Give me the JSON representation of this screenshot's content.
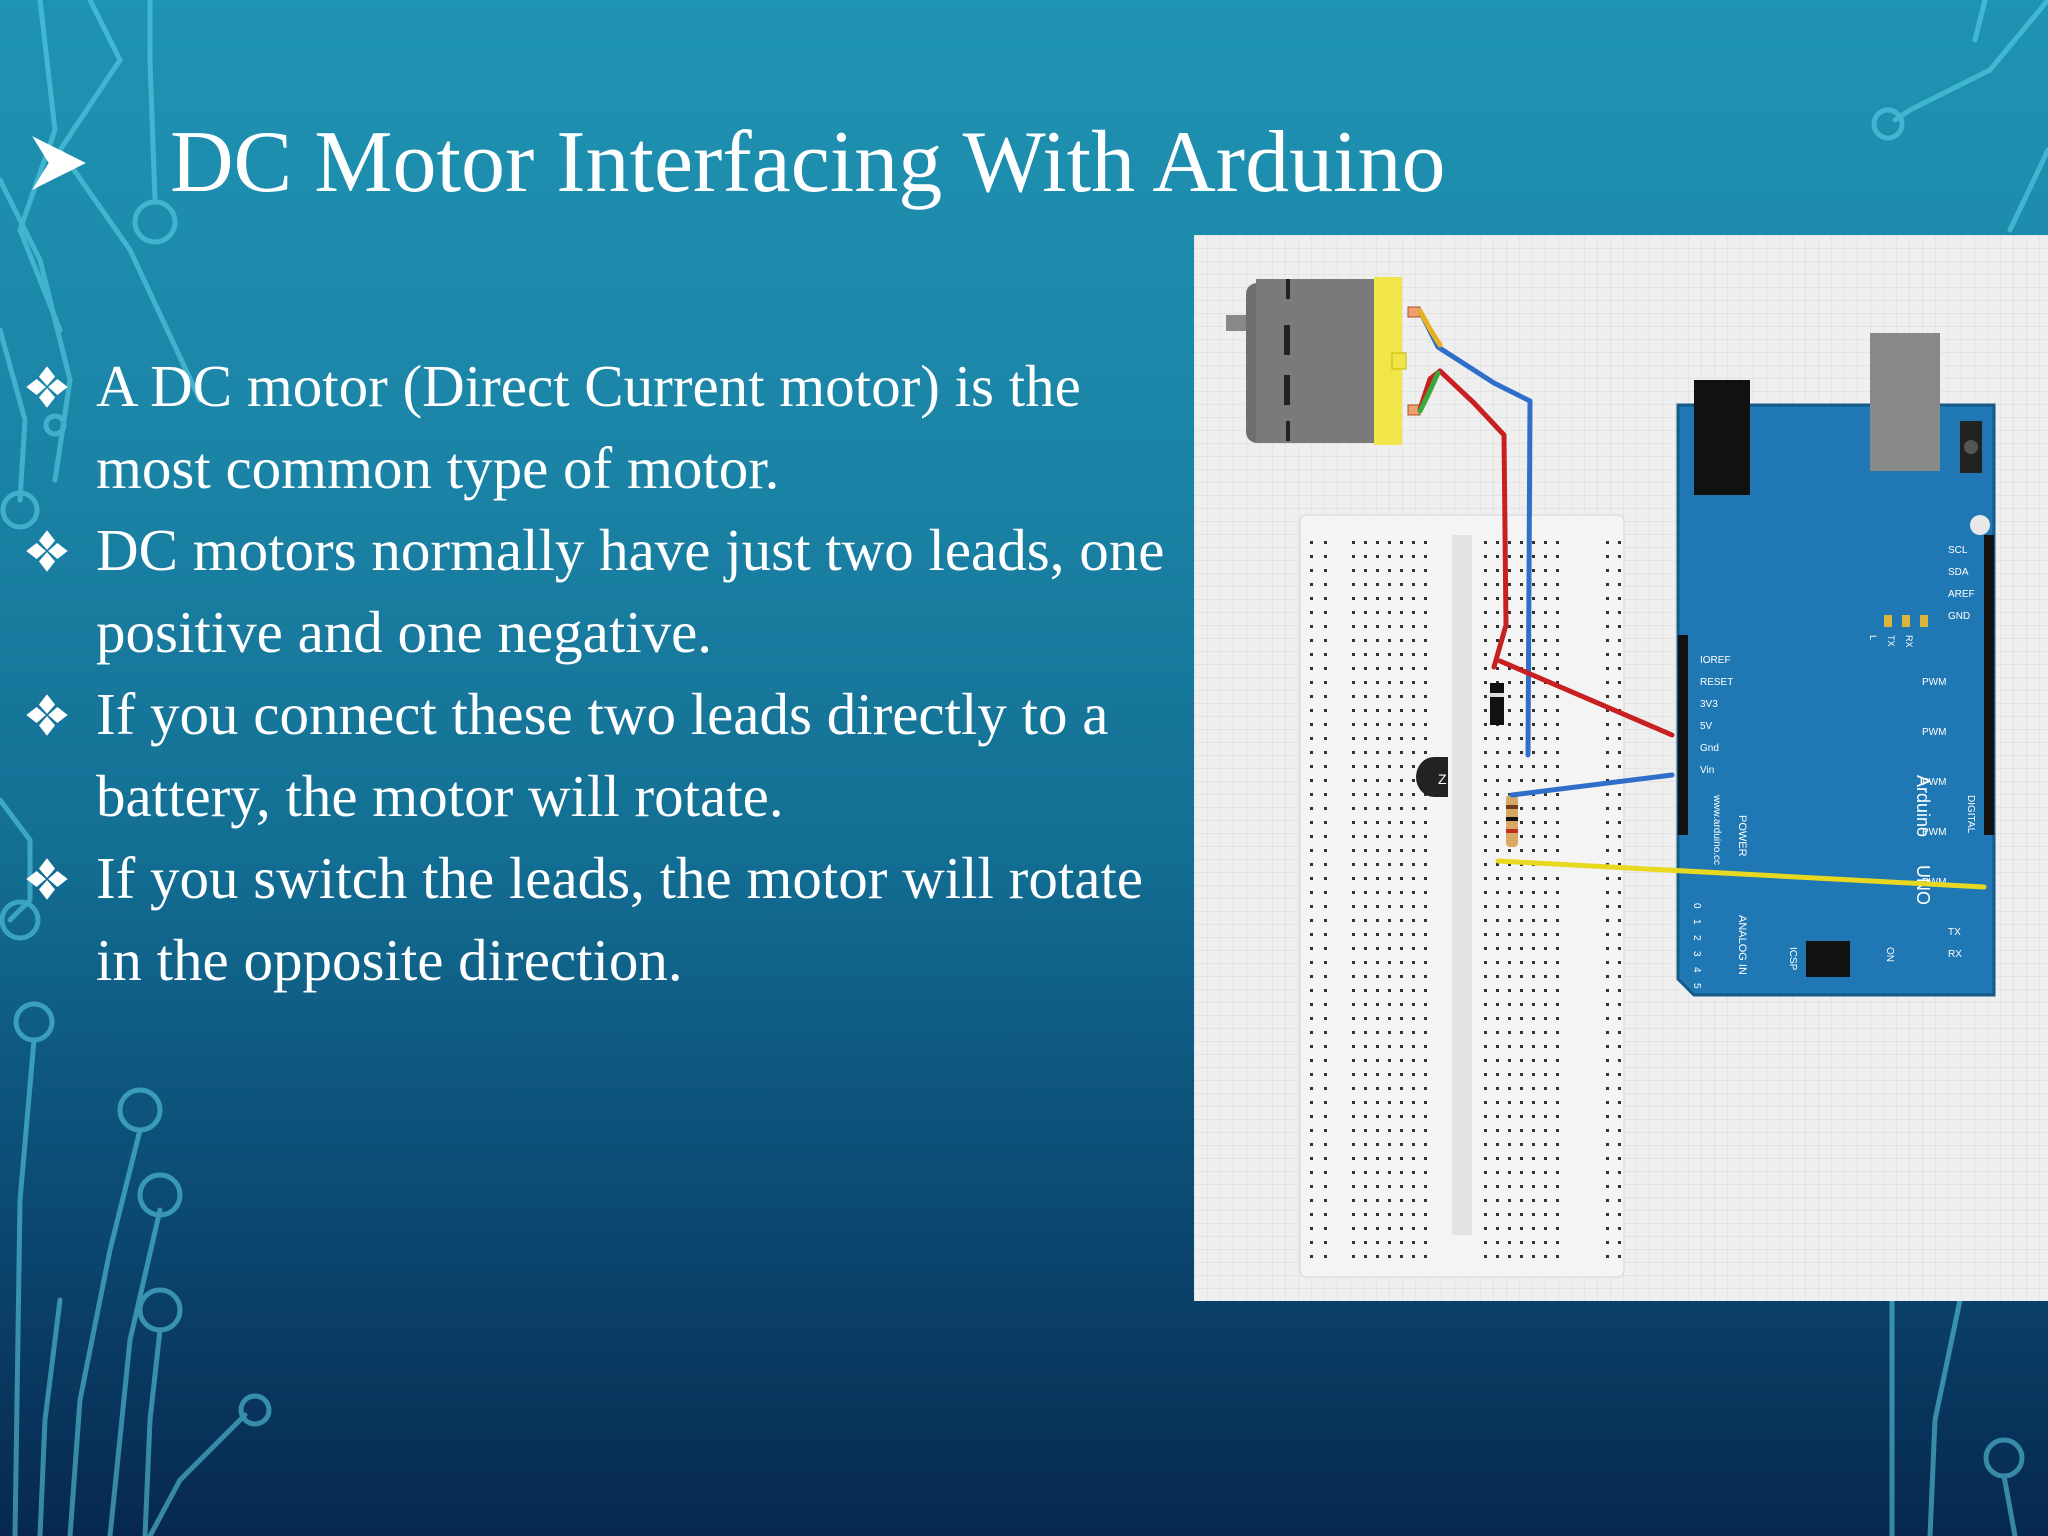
{
  "slide": {
    "title": "DC Motor Interfacing With Arduino",
    "bullets": [
      "A DC motor (Direct Current motor) is the most common type of motor.",
      "DC motors normally have just two leads, one positive and one negative.",
      "If you connect these two leads directly to a battery, the motor will rotate.",
      "If you switch the leads, the motor will rotate in the opposite direction."
    ],
    "colors": {
      "background_top": "#1f93b3",
      "background_bottom": "#07284e",
      "text": "#ffffff",
      "arduino_board": "#1f78b4"
    },
    "icons": {
      "title_marker": "arrowhead-bullet-icon",
      "bullet_marker": "four-diamond-bullet-icon"
    }
  },
  "diagram": {
    "arduino": {
      "brand": "Arduino",
      "model": "UNO",
      "website": "www.arduino.cc",
      "power_pins": [
        "IOREF",
        "RESET",
        "3V3",
        "5V",
        "Gnd",
        "Vin"
      ],
      "power_label": "POWER",
      "analog_label": "ANALOG IN",
      "analog_pins": [
        "0",
        "1",
        "2",
        "3",
        "4",
        "5"
      ],
      "top_pins": [
        "SCL",
        "SDA",
        "AREF",
        "GND"
      ],
      "pwm_labels": [
        "PWM",
        "PWM",
        "PWM",
        "PWM",
        "PWM"
      ],
      "digital_label": "DIGITAL",
      "led_labels": [
        "L",
        "TX",
        "RX"
      ],
      "serial_labels": [
        "TX",
        "RX"
      ],
      "on_label": "ON",
      "icsp_label": "ICSP"
    },
    "transistor_label": "Z"
  }
}
